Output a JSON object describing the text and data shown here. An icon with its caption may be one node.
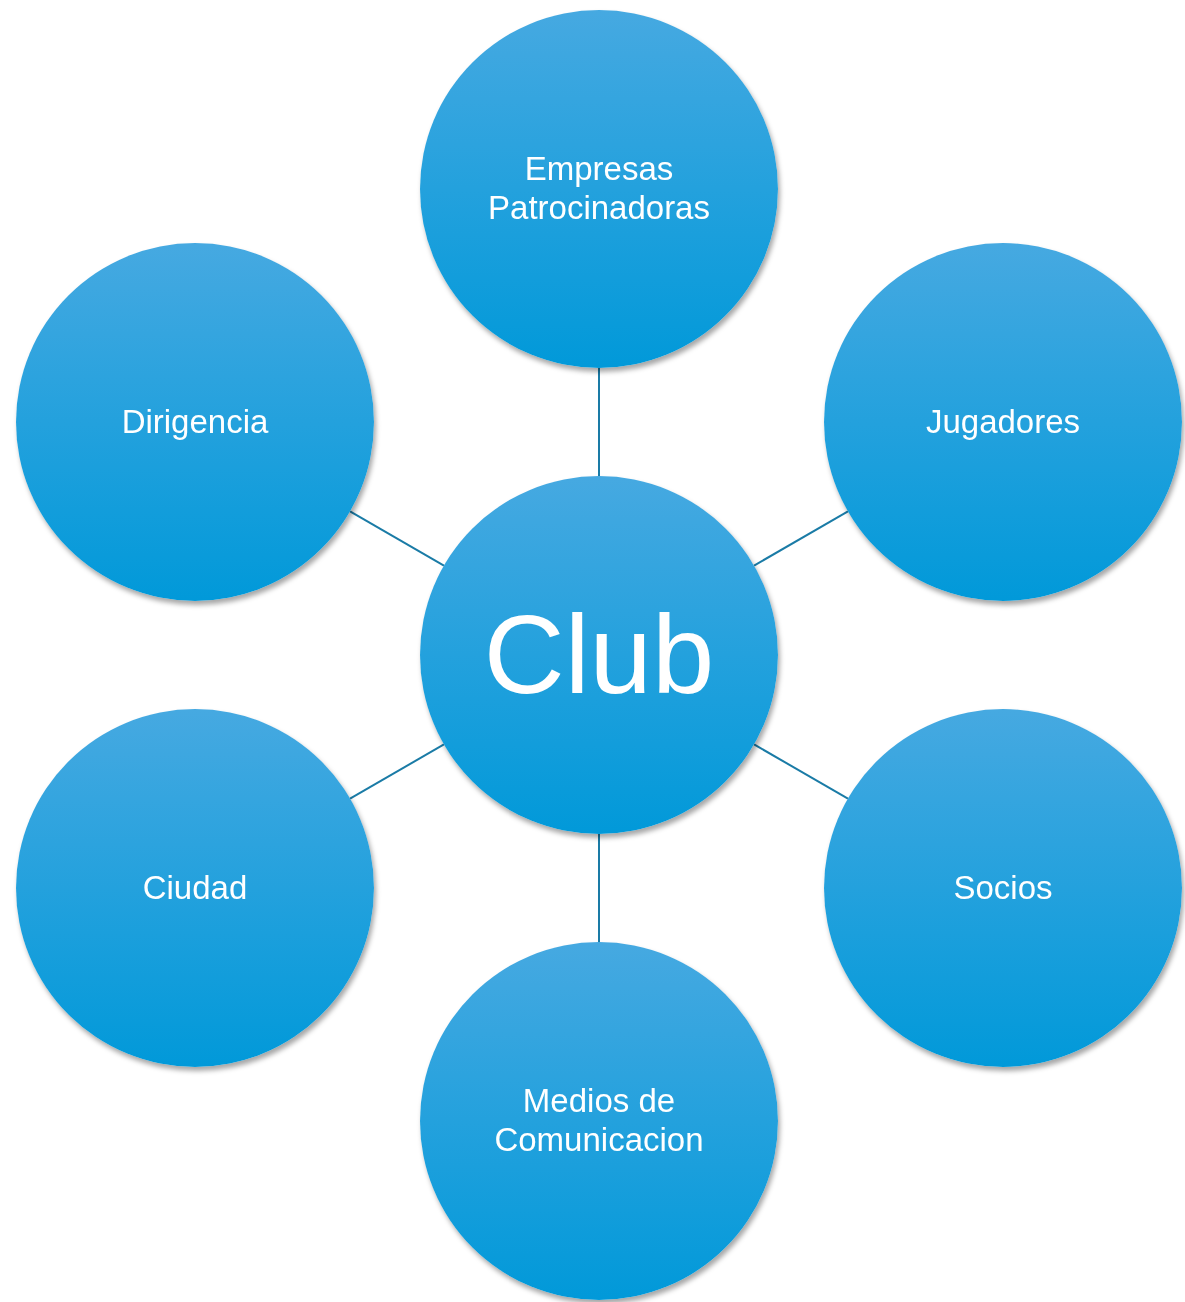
{
  "diagram": {
    "nodes": [
      {
        "text": [
          "Empresas Patrocinadoras"
        ]
      },
      {
        "text": [
          "Dirigencia"
        ]
      },
      {
        "text": [
          "Jugadores"
        ]
      },
      {
        "text": [
          "Club"
        ]
      },
      {
        "text": [
          "Ciudad"
        ]
      },
      {
        "text": [
          "Socios"
        ]
      },
      {
        "text": [
          "Medios de Comunicacion"
        ]
      }
    ],
    "edges": [
      {
        "from": 3,
        "to": 0,
        "arrow": "none"
      },
      {
        "from": 3,
        "to": 2,
        "arrow": "none"
      },
      {
        "from": 3,
        "to": 5,
        "arrow": "none"
      },
      {
        "from": 3,
        "to": 6,
        "arrow": "none"
      },
      {
        "from": 3,
        "to": 4,
        "arrow": "none"
      },
      {
        "from": 3,
        "to": 1,
        "arrow": "none"
      }
    ]
  }
}
